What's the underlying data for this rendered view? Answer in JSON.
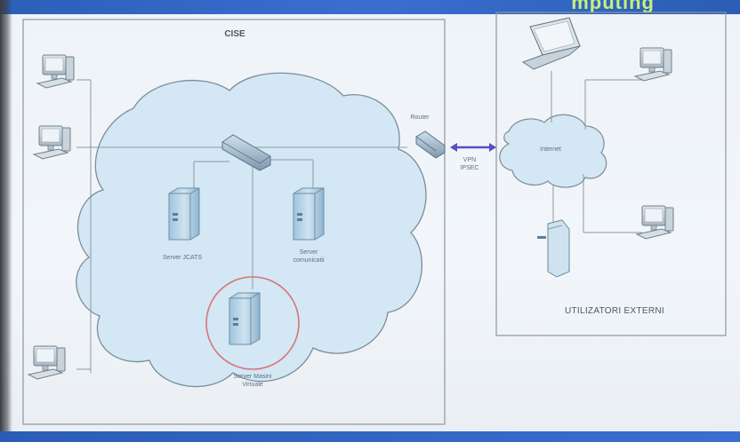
{
  "header": {
    "title_fragment": "mputing"
  },
  "zones": {
    "cise_label": "CISE",
    "external_label": "UTILIZATORI EXTERNI"
  },
  "nodes": {
    "router": "Router",
    "vpn": "VPN\nIPSEC",
    "internet": "Internet",
    "server_jcats": "Server JCATS",
    "server_comunicatii": "Server\ncomunicatii",
    "server_masini_virtuale": "Server Masini\nVirtuale"
  },
  "colors": {
    "title_bar": "#3368c8",
    "title_text": "#c7f07a",
    "cloud_fill": "#d3e7f4",
    "cloud_stroke": "#7c8d99",
    "link_arrow": "#5a4fc0",
    "highlight_circle": "#d8737a"
  }
}
